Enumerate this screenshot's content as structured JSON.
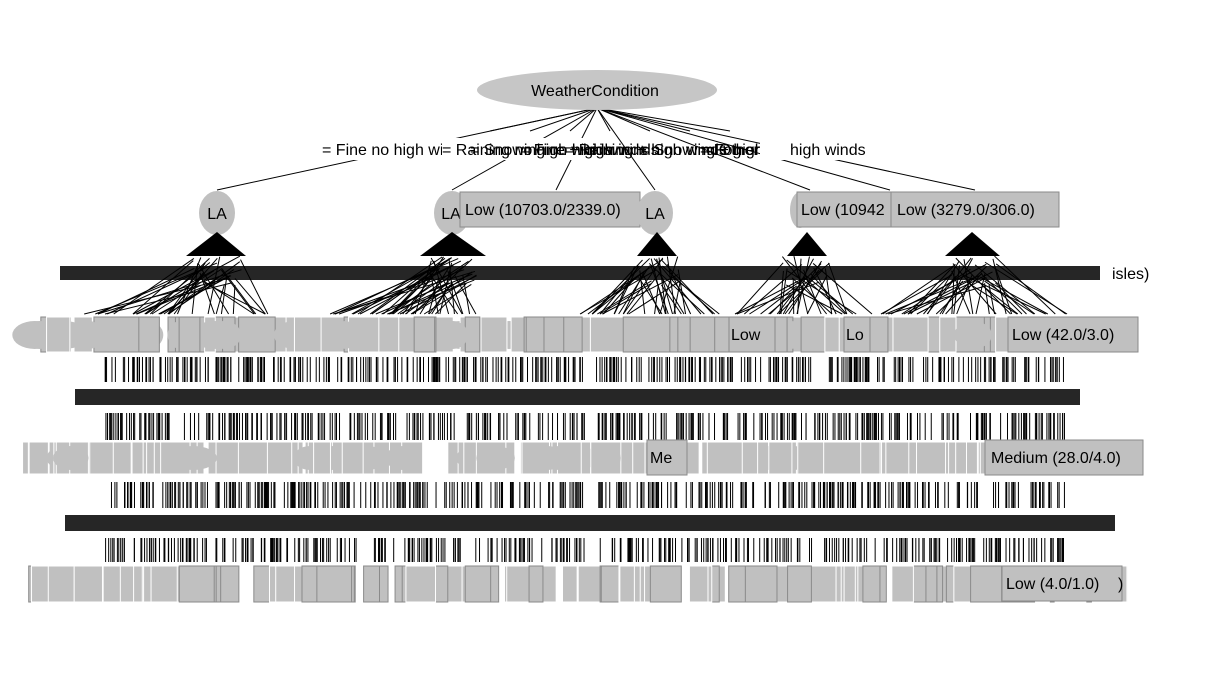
{
  "tree": {
    "root": {
      "label": "WeatherCondition"
    },
    "edge_labels": [
      "= Fine no high winds",
      "= Raining no high winds",
      "= Snowing no high winds",
      "= Fine + high winds",
      "= Raining + high winds",
      "= Snowing + high winds",
      "= Fog or mist",
      "= Other"
    ],
    "level1_nodes": [
      {
        "label": "LA"
      },
      {
        "label": "LA"
      },
      {
        "label": "Low (10703.0/2339.0)"
      },
      {
        "label": "LA"
      },
      {
        "label": "Low (10942"
      },
      {
        "label": "Low (3279.0/306.0)"
      }
    ],
    "level2_edge_text_right": "isles)",
    "level2_leaves": [
      {
        "label": "Low (42.0/3.0)"
      },
      {
        "label": "Low"
      },
      {
        "label": "Lo"
      }
    ],
    "level3_leaves": [
      {
        "label": "Medium (28.0/4.0)"
      },
      {
        "label": "Me"
      }
    ],
    "level4_leaves": [
      {
        "label": "Low (4.0/1.0)"
      },
      {
        "label": ")"
      }
    ],
    "colors": {
      "node_fill": "#c0c0c0",
      "root_fill": "#c6c6c6",
      "edge": "#000000",
      "text": "#000000",
      "leaf_border": "#8a8a8a"
    }
  }
}
